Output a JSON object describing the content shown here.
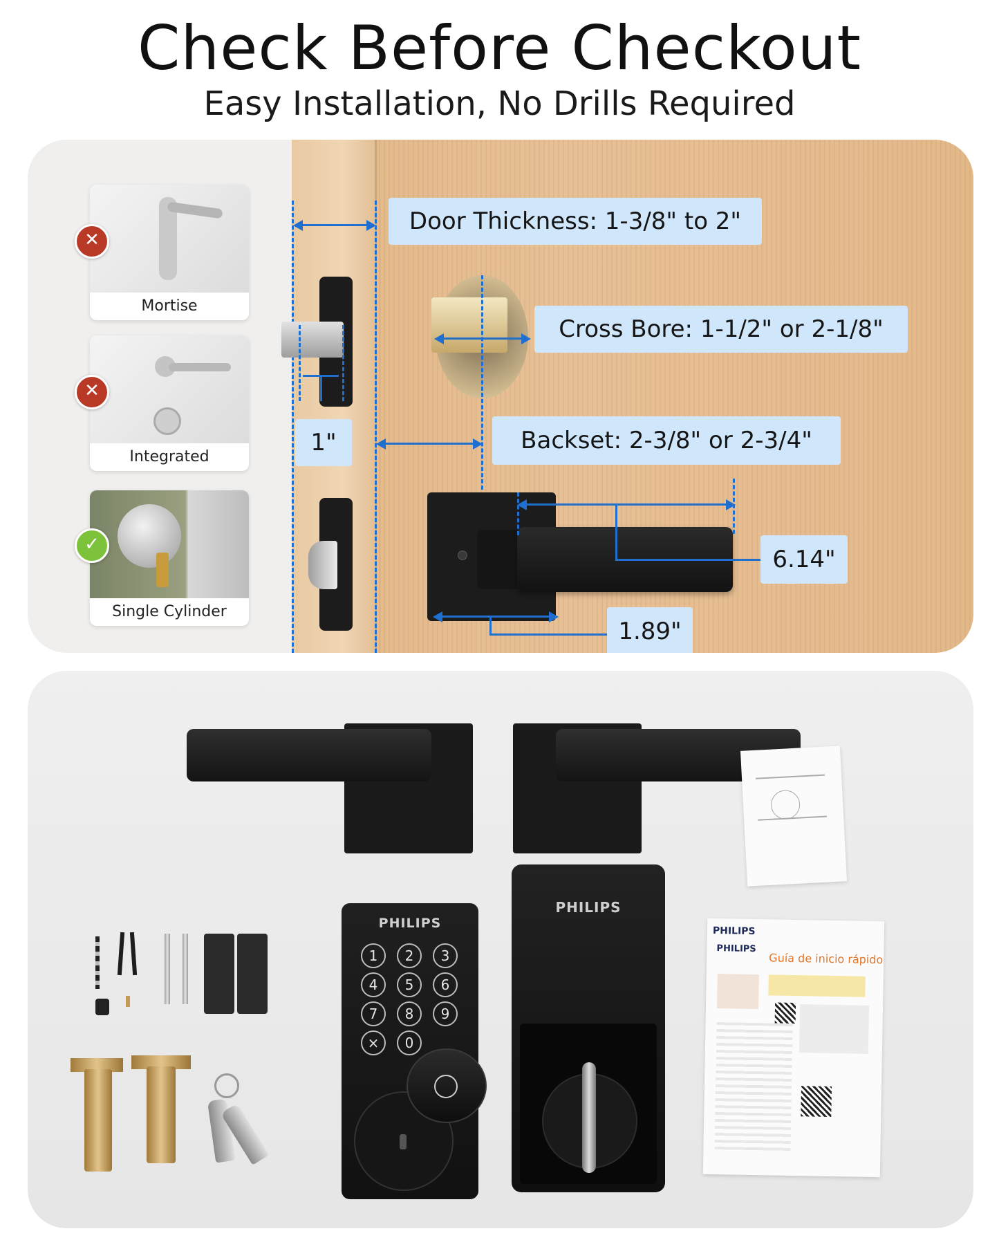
{
  "header": {
    "title": "Check Before Checkout",
    "subtitle": "Easy Installation, No Drills Required"
  },
  "lock_types": [
    {
      "label": "Mortise",
      "compatible": false,
      "status_icon": "cross-icon"
    },
    {
      "label": "Integrated",
      "compatible": false,
      "status_icon": "cross-icon"
    },
    {
      "label": "Single Cylinder",
      "compatible": true,
      "status_icon": "check-icon"
    }
  ],
  "status_glyphs": {
    "no": "✕",
    "yes": "✓"
  },
  "measurements": {
    "door_thickness": "Door Thickness: 1-3/8\" to 2\"",
    "cross_bore": "Cross Bore: 1-1/2\" or 2-1/8\"",
    "latch_face": "1\"",
    "backset": "Backset: 2-3/8\" or 2-3/4\"",
    "lever_length": "6.14\"",
    "rose_width": "1.89\""
  },
  "product": {
    "keypad_brand": "PHILIPS",
    "interior_brand": "PHILIPS",
    "keypad_keys": [
      "1",
      "2",
      "3",
      "4",
      "5",
      "6",
      "7",
      "8",
      "9",
      "×",
      "0"
    ],
    "manual": {
      "brand": "PHILIPS",
      "brand_inner": "PHILIPS",
      "title": "Guía de inicio rápido"
    }
  },
  "colors": {
    "accent_blue": "#1f6fd1",
    "label_bg": "#cfe6fb",
    "cross_red": "#b83a26",
    "check_green": "#7cc23a",
    "manual_title": "#e0762a"
  }
}
